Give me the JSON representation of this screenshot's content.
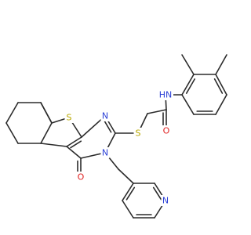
{
  "molecule": {
    "atoms": [
      {
        "id": "S_thio",
        "label": "S",
        "color": "#b8a800"
      },
      {
        "id": "N_ring_top",
        "label": "N",
        "color": "#2a3fd6"
      },
      {
        "id": "S_link",
        "label": "S",
        "color": "#b8a800"
      },
      {
        "id": "O_amide",
        "label": "O",
        "color": "#e02020"
      },
      {
        "id": "N_amide",
        "label": "H​N",
        "color": "#2a3fd6"
      },
      {
        "id": "N_ring3",
        "label": "N",
        "color": "#2a3fd6"
      },
      {
        "id": "O_keto",
        "label": "O",
        "color": "#e02020"
      },
      {
        "id": "N_pyridine",
        "label": "N",
        "color": "#2a3fd6"
      }
    ]
  }
}
